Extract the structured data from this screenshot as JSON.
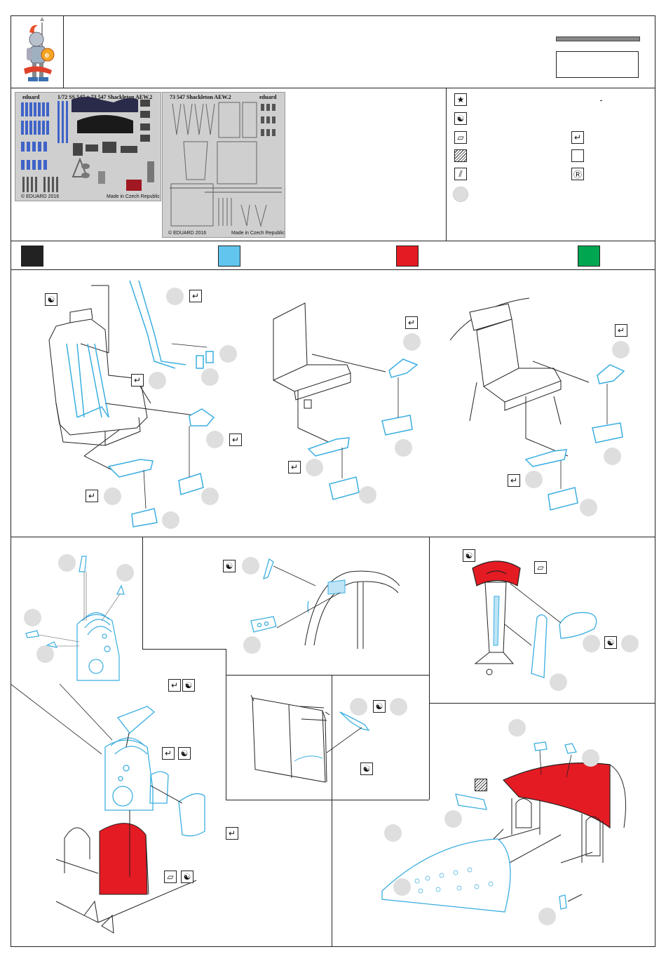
{
  "fret_left": {
    "brand": "eduard",
    "title": "1/72  SS 547 + 73 547  Shackleton AEW.2",
    "copyright": "© EDUARD 2016",
    "made_in": "Made in Czech Republic"
  },
  "fret_right": {
    "brand": "eduard",
    "title": "73 547  Shackleton AEW.2",
    "copyright": "© EDUARD 2016",
    "made_in": "Made in Czech Republic"
  },
  "legend": {
    "symbols": [
      "star-icon",
      "yin-yang-icon",
      "fold-icon",
      "hatch-icon",
      "drill-icon",
      "bend-icon",
      "blank-icon",
      "r-circle-icon"
    ]
  },
  "colors": {
    "black": "#222222",
    "light_blue": "#62c5ee",
    "red": "#e41b23",
    "green": "#00a650",
    "part_blue": "#3aaee0",
    "callout_grey": "#dedede"
  }
}
